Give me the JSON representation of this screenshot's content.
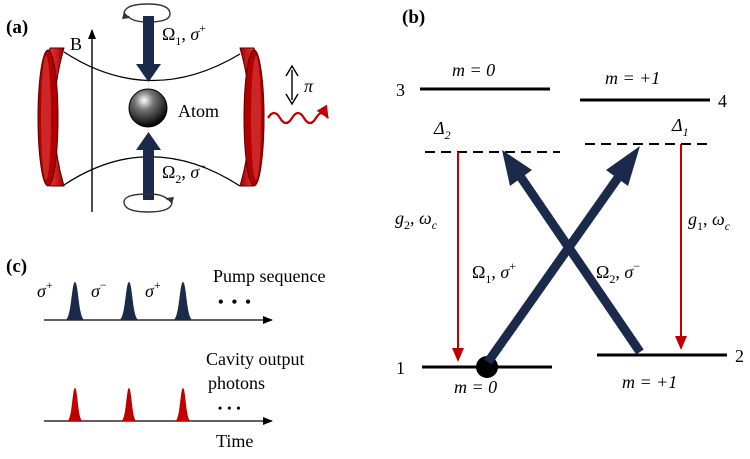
{
  "panels": {
    "a": "(a)",
    "b": "(b)",
    "c": "(c)"
  },
  "panel_a": {
    "field_label": "B",
    "top_beam": {
      "symbol": "Ω",
      "sub": "1",
      "pol": "σ",
      "sign": "+"
    },
    "bottom_beam": {
      "symbol": "Ω",
      "sub": "2",
      "pol": "σ",
      "sign": "−"
    },
    "atom_label": "Atom",
    "cavity_pol": "π"
  },
  "panel_b": {
    "levels": {
      "level3": {
        "index": "3",
        "m": "m = 0"
      },
      "level4": {
        "index": "4",
        "m": "m = +1"
      },
      "level1": {
        "index": "1",
        "m": "m = 0"
      },
      "level2": {
        "index": "2",
        "m": "m = +1"
      }
    },
    "detuning_left": {
      "symbol": "Δ",
      "sub": "2"
    },
    "detuning_right": {
      "symbol": "Δ",
      "sub": "1"
    },
    "cavity_left": {
      "g": "g",
      "gsub": "2",
      "w": "ω",
      "wsub": "c"
    },
    "cavity_right": {
      "g": "g",
      "gsub": "1",
      "w": "ω",
      "wsub": "c"
    },
    "pump1": {
      "symbol": "Ω",
      "sub": "1",
      "pol": "σ",
      "sign": "+"
    },
    "pump2": {
      "symbol": "Ω",
      "sub": "2",
      "pol": "σ",
      "sign": "−"
    }
  },
  "panel_c": {
    "pump_pulses": [
      {
        "pol": "σ",
        "sign": "+"
      },
      {
        "pol": "σ",
        "sign": "−"
      },
      {
        "pol": "σ",
        "sign": "+"
      }
    ],
    "pump_ellipsis": "• • •",
    "pump_label": "Pump sequence",
    "cavity_label_line1": "Cavity output",
    "cavity_label_line2": "photons",
    "cavity_ellipsis": "• • •",
    "time_label": "Time"
  },
  "colors": {
    "navy": "#1b2a4a",
    "red": "#c00000",
    "dark_red": "#8b0000"
  }
}
